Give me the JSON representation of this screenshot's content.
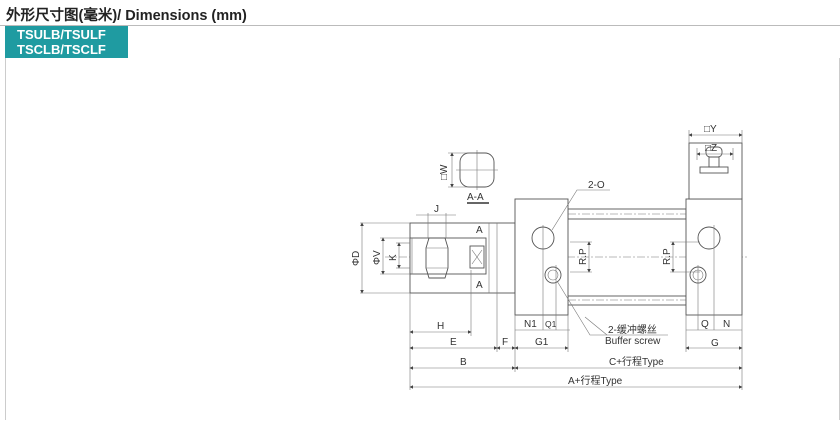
{
  "header": {
    "title": "外形尺寸图(毫米)/ Dimensions (mm)"
  },
  "models": {
    "line1": "TSULB/TSULF",
    "line2": "TSCLB/TSCLF"
  },
  "drawing": {
    "section_label": "A-A",
    "section_dim": "□W",
    "section_mark_top": "A",
    "section_mark_bottom": "A",
    "port_label": "2-O",
    "buffer_screw_cn": "2-缓冲螺丝",
    "buffer_screw_en": "Buffer screw",
    "dims": {
      "Y": "□Y",
      "Z": "□Z",
      "J": "J",
      "D": "ΦD",
      "V": "ΦV",
      "K": "K",
      "RP_front": "R.P",
      "RP_rear": "R.P",
      "H": "H",
      "E": "E",
      "F": "F",
      "B": "B",
      "N1": "N1",
      "Q1": "Q1",
      "G1": "G1",
      "Q": "Q",
      "N": "N",
      "G": "G",
      "C": "C+行程Type",
      "A": "A+行程Type"
    }
  }
}
